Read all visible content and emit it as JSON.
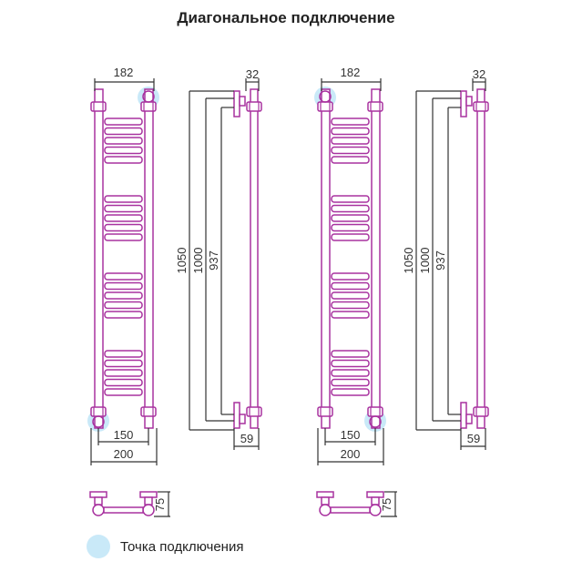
{
  "title": "Диагональное подключение",
  "legend": {
    "label": "Точка подключения",
    "color": "#c9e9f8"
  },
  "colors": {
    "pipe": "#a8329f",
    "dimension": "#333333"
  },
  "variants": [
    {
      "name": "variant-1",
      "connections": [
        "top-right",
        "bottom-left"
      ]
    },
    {
      "name": "variant-2",
      "connections": [
        "top-left",
        "bottom-right"
      ]
    }
  ],
  "dimensions": {
    "width_top": "182",
    "depth_top": "32",
    "height_total": "1050",
    "height_mid": "1000",
    "height_axis": "937",
    "axis_bottom": "150",
    "width_bottom": "200",
    "depth_bottom": "59",
    "mount_depth": "75"
  }
}
